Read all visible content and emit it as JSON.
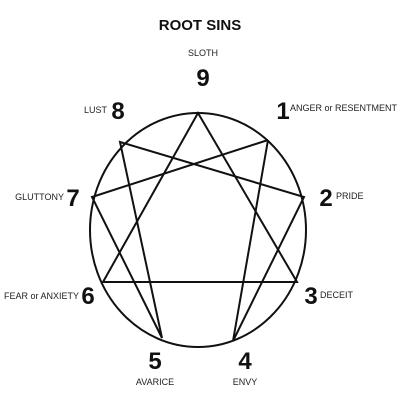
{
  "title": "ROOT SINS",
  "points": [
    {
      "number": "9",
      "label": "SLOTH"
    },
    {
      "number": "1",
      "label": "ANGER or RESENTMENT"
    },
    {
      "number": "2",
      "label": "PRIDE"
    },
    {
      "number": "3",
      "label": "DECEIT"
    },
    {
      "number": "4",
      "label": "ENVY"
    },
    {
      "number": "5",
      "label": "AVARICE"
    },
    {
      "number": "6",
      "label": "FEAR or ANXIETY"
    },
    {
      "number": "7",
      "label": "GLUTTONY"
    },
    {
      "number": "8",
      "label": "LUST"
    }
  ],
  "connections": {
    "triangle": [
      "9",
      "3",
      "6"
    ],
    "hexad": [
      "1",
      "4",
      "2",
      "8",
      "5",
      "7",
      "1"
    ]
  },
  "colors": {
    "line": "#111111",
    "text": "#111111",
    "background": "#ffffff"
  }
}
